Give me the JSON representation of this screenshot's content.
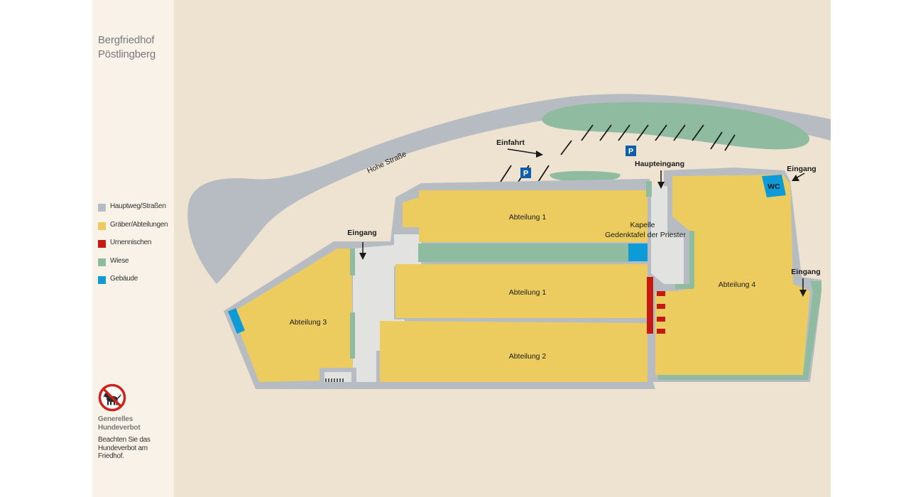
{
  "title": {
    "line1": "Bergfriedhof",
    "line2": "Pöstlingberg"
  },
  "legend": [
    {
      "label": "Hauptweg/Straßen",
      "color": "#b6bcc2"
    },
    {
      "label": "Gräber/Abteilungen",
      "color": "#edcc5f"
    },
    {
      "label": "Urnennischen",
      "color": "#c41a12"
    },
    {
      "label": "Wiese",
      "color": "#8fbba1"
    },
    {
      "label": "Gebäude",
      "color": "#0d9bd7"
    }
  ],
  "notice": {
    "title_line1": "Generelles",
    "title_line2": "Hundeverbot",
    "text": "Beachten Sie das Hundeverbot am Friedhof.",
    "icon": "no-dogs-icon"
  },
  "map": {
    "road": "Hohe Straße",
    "entrance_drive": "Einfahrt",
    "main_entrance": "Haupteingang",
    "entrance": "Eingang",
    "parking": "P",
    "wc": "WC",
    "chapel": "Kapelle",
    "memorial": "Gedenktafel der Priester",
    "section_1": "Abteilung 1",
    "section_2": "Abteilung 2",
    "section_3": "Abteilung 3",
    "section_4": "Abteilung 4"
  },
  "colors": {
    "road": "#b6bcc2",
    "path": "#e2e3e1",
    "graves": "#edcc5f",
    "meadow": "#8fbba1",
    "building": "#0d9bd7",
    "urn": "#c41a12",
    "parking": "#0f5ea8",
    "background": "#eee3d1",
    "sidebar": "#f8f2e8"
  }
}
